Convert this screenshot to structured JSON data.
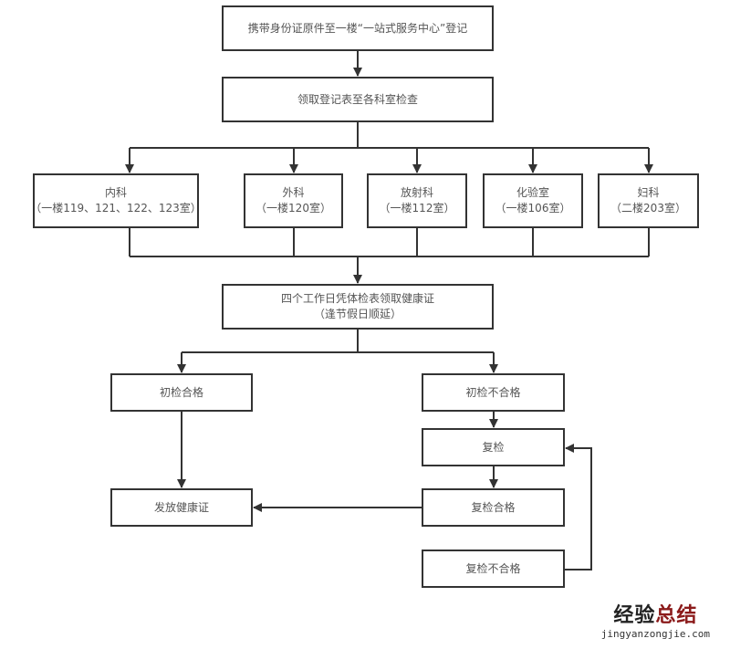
{
  "flowchart": {
    "step1": {
      "label": "携带身份证原件至一楼“一站式服务中心”登记"
    },
    "step2": {
      "label": "领取登记表至各科室检查"
    },
    "departments": [
      {
        "name": "内科",
        "room": "（一楼119、121、122、123室）"
      },
      {
        "name": "外科",
        "room": "（一楼120室）"
      },
      {
        "name": "放射科",
        "room": "（一楼112室）"
      },
      {
        "name": "化验室",
        "room": "（一楼106室）"
      },
      {
        "name": "妇科",
        "room": "（二楼203室）"
      }
    ],
    "step3": {
      "line1": "四个工作日凭体检表领取健康证",
      "line2": "（逢节假日顺延）"
    },
    "pass_initial": {
      "label": "初检合格"
    },
    "fail_initial": {
      "label": "初检不合格"
    },
    "recheck": {
      "label": "复检"
    },
    "recheck_pass": {
      "label": "复检合格"
    },
    "recheck_fail": {
      "label": "复检不合格"
    },
    "issue_certificate": {
      "label": "发放健康证"
    }
  },
  "watermark": {
    "cn_part1": "经验",
    "cn_part2": "总结",
    "url": "jingyanzongjie.com"
  },
  "colors": {
    "line": "#333333",
    "text": "#555555",
    "watermark_accent": "#8b1a1a"
  }
}
